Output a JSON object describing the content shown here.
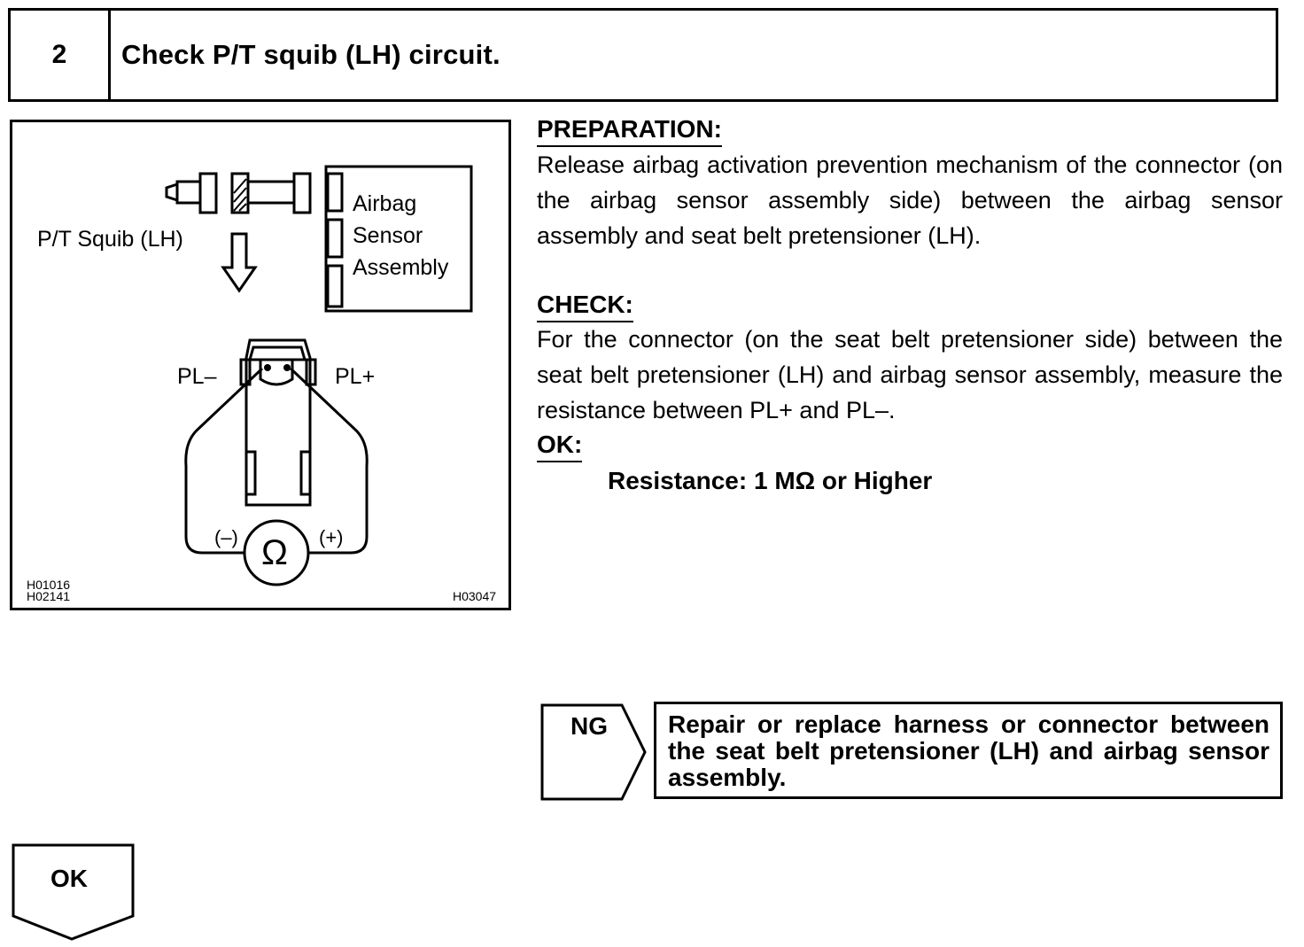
{
  "step": {
    "number": "2",
    "title": "Check P/T squib (LH) circuit."
  },
  "figure": {
    "squib_label": "P/T Squib (LH)",
    "sensor_label_line1": "Airbag",
    "sensor_label_line2": "Sensor",
    "sensor_label_line3": "Assembly",
    "pl_minus": "PL–",
    "pl_plus": "PL+",
    "meter_minus": "(–)",
    "meter_plus": "(+)",
    "ohm_symbol": "Ω",
    "code_left": "H01016\nH02141",
    "code_right": "H03047"
  },
  "preparation": {
    "heading": "PREPARATION:",
    "text": "Release airbag activation prevention mechanism of the connector (on the airbag sensor assembly side) between the airbag sensor assembly and seat belt pretensioner (LH)."
  },
  "check": {
    "heading": "CHECK:",
    "text": "For the connector (on the seat belt pretensioner side) between the seat belt pretensioner (LH) and airbag sensor assembly, measure the resistance between PL+ and PL–."
  },
  "ok_spec": {
    "heading": "OK:",
    "value": "Resistance: 1 MΩ or Higher"
  },
  "ng": {
    "label": "NG",
    "action": "Repair or replace harness or connector between the seat belt pretensioner (LH) and airbag sensor assembly."
  },
  "ok_result": {
    "label": "OK"
  }
}
